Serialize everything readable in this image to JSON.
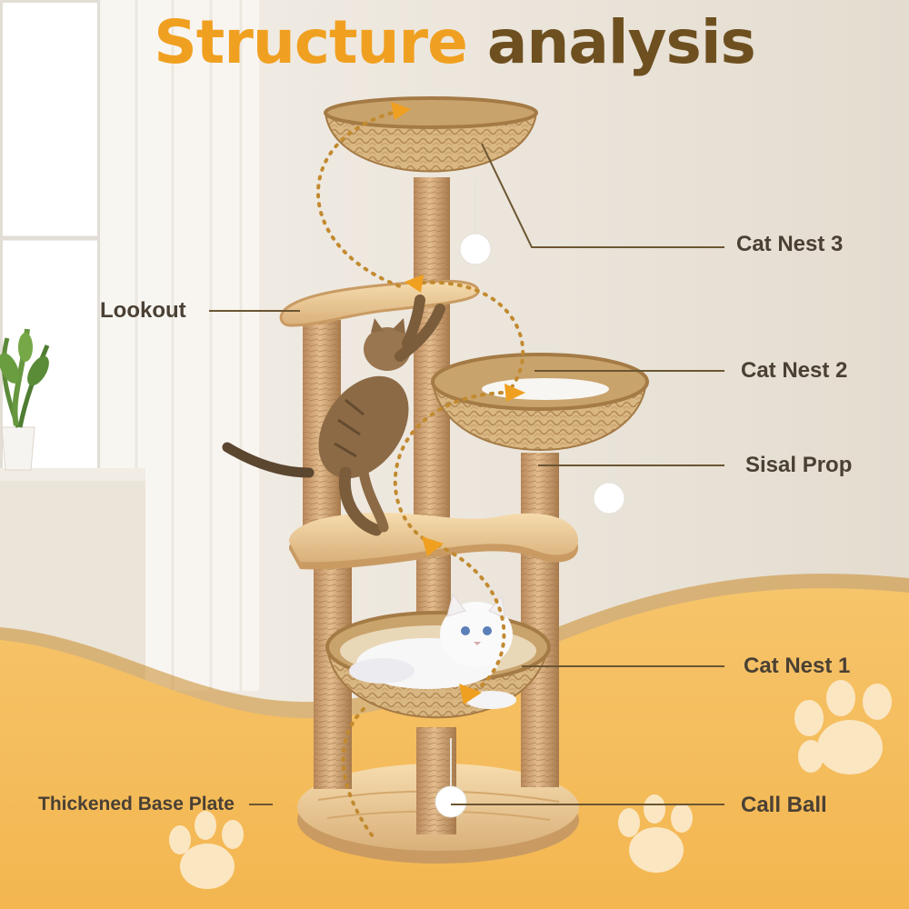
{
  "title": {
    "word1": "Structure",
    "word2": "analysis"
  },
  "colors": {
    "accent": "#f0a020",
    "heading_dark": "#6e5020",
    "label_text": "#4a4034",
    "leader": "#6b5632",
    "band": "#f5bd5c"
  },
  "labels": {
    "cat_nest_3": "Cat Nest 3",
    "lookout": "Lookout",
    "cat_nest_2": "Cat Nest 2",
    "sisal_prop": "Sisal Prop",
    "cat_nest_1": "Cat Nest 1",
    "base_plate": "Thickened Base Plate",
    "call_ball": "Call Ball"
  },
  "icons": [
    "paw-print-icon",
    "cat-figure",
    "pom-ball"
  ]
}
